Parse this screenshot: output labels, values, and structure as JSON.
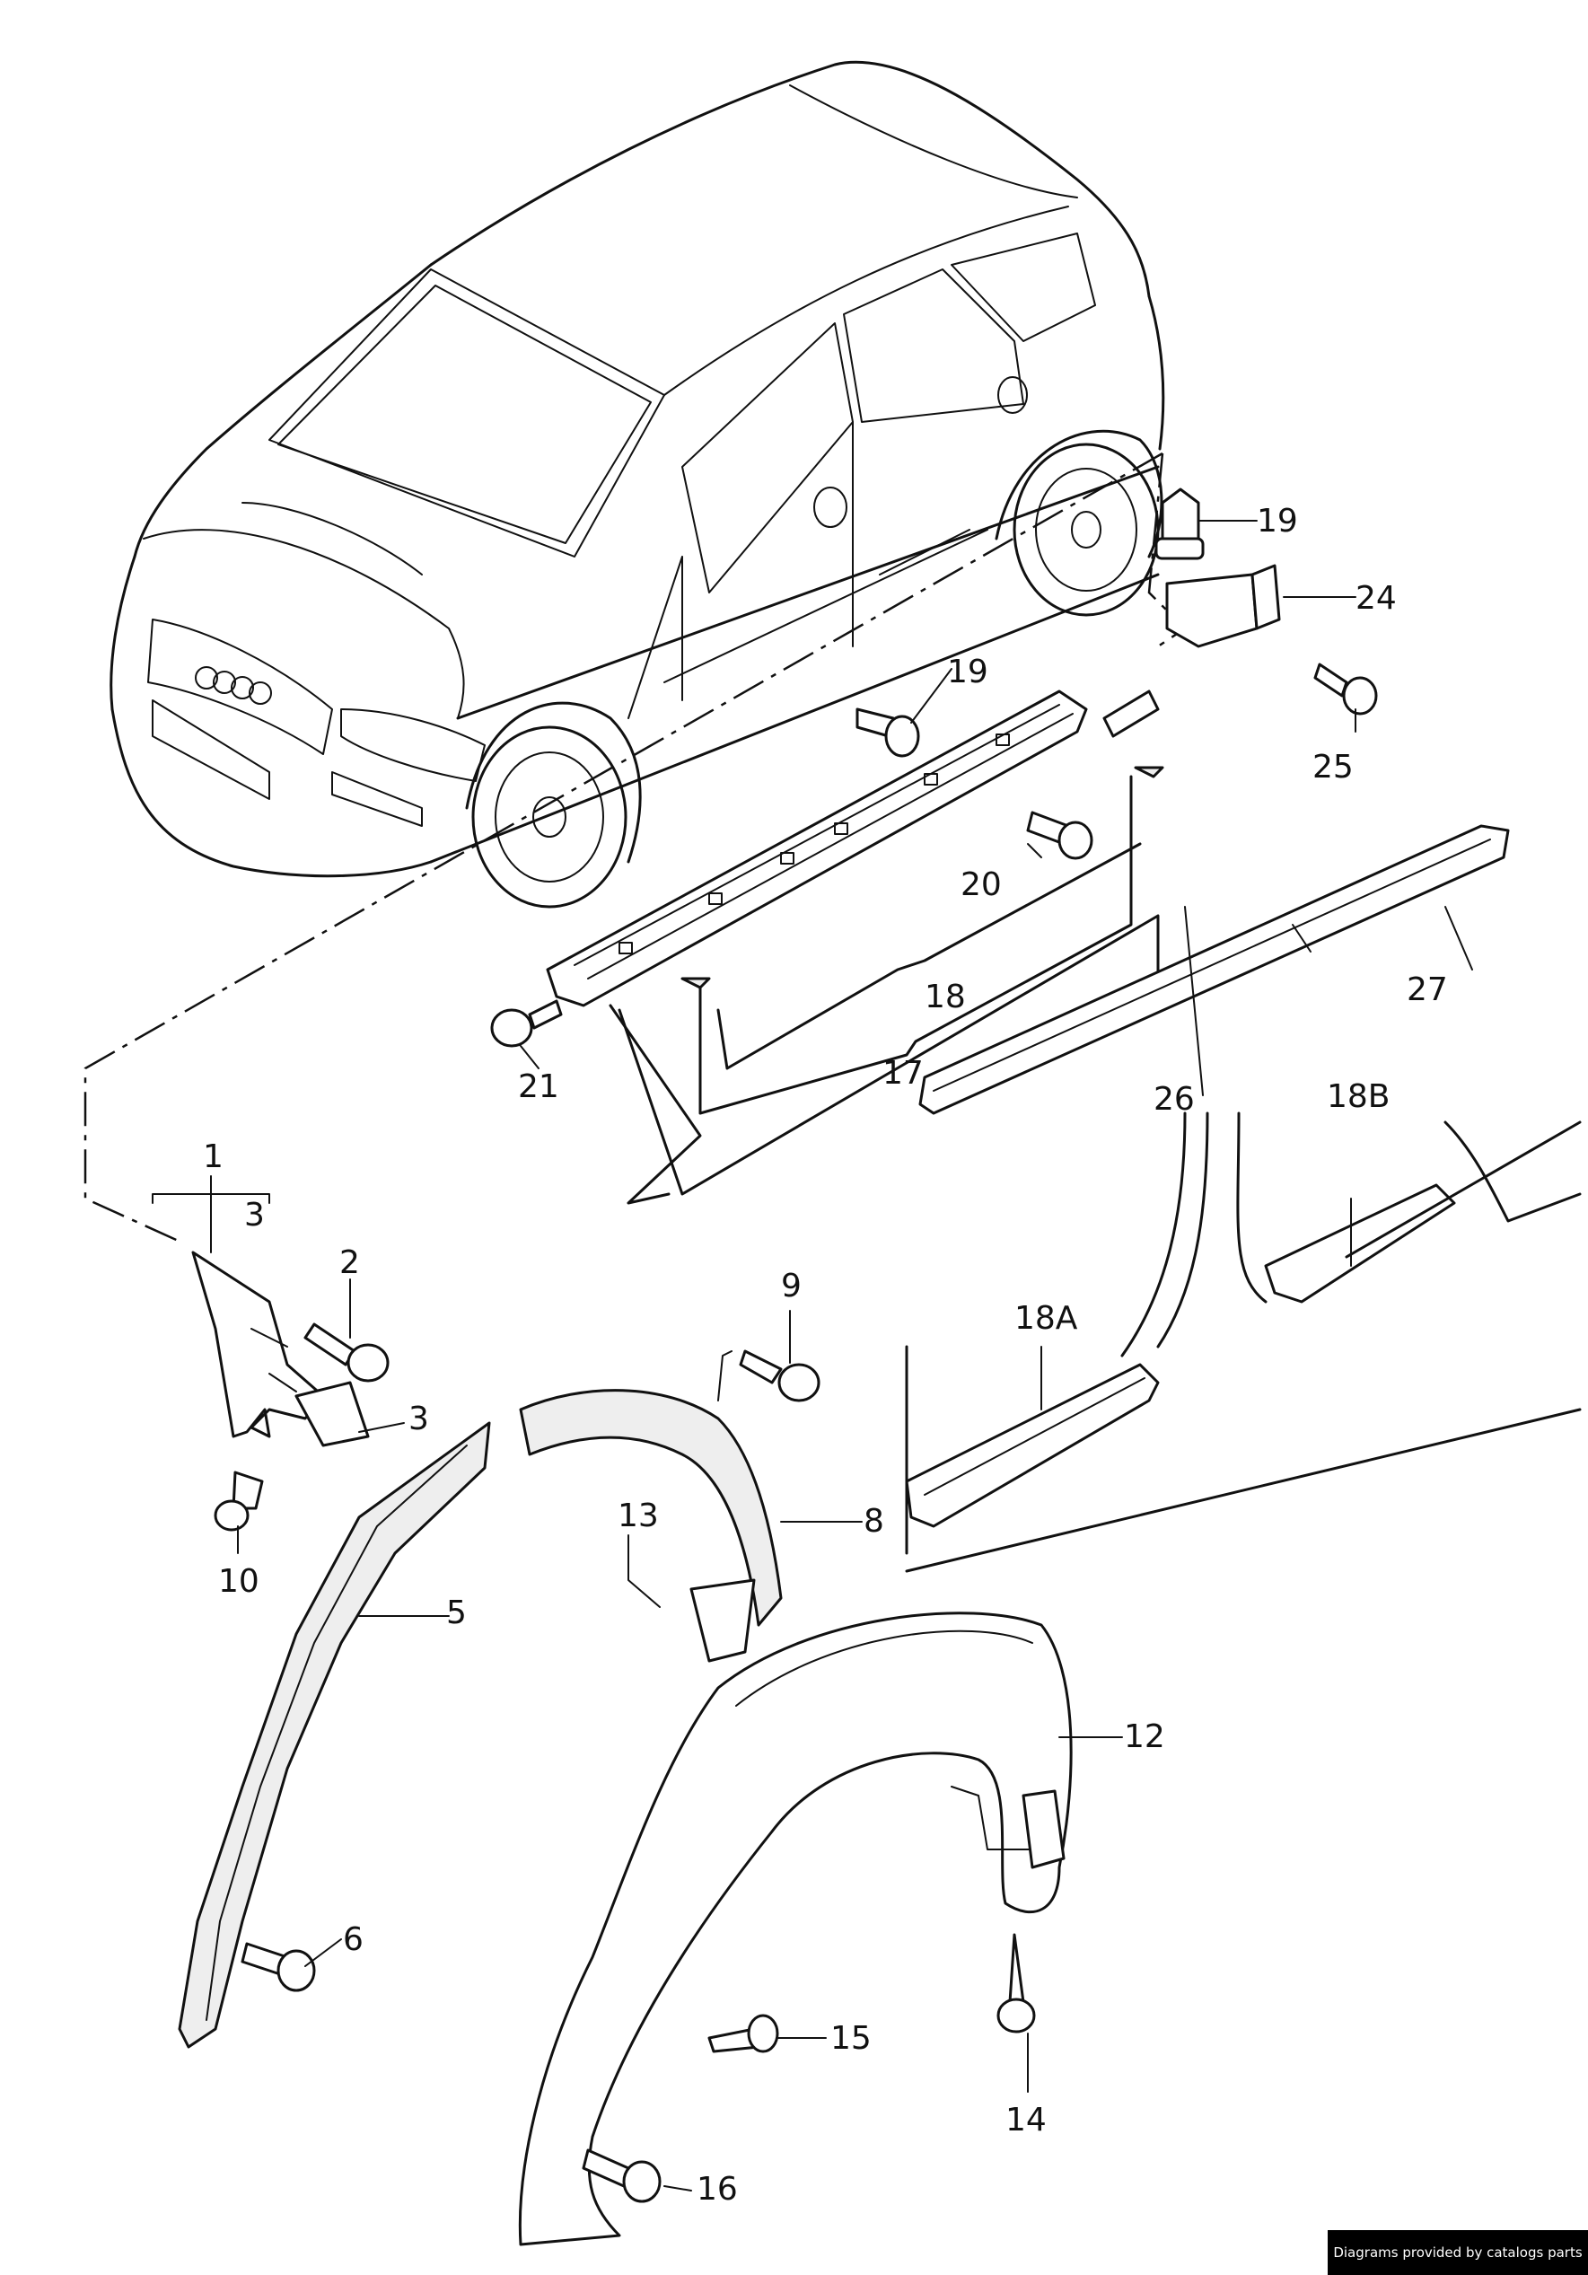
{
  "labels": {
    "p1": "1",
    "p2": "2",
    "p3a": "3",
    "p3b": "3",
    "p5": "5",
    "p6": "6",
    "p8": "8",
    "p9": "9",
    "p10": "10",
    "p12": "12",
    "p13": "13",
    "p14": "14",
    "p15": "15",
    "p16": "16",
    "p17": "17",
    "p18": "18",
    "p18a": "18A",
    "p18b": "18B",
    "p19a": "19",
    "p19b": "19",
    "p20": "20",
    "p21": "21",
    "p24": "24",
    "p25": "25",
    "p26": "26",
    "p27": "27"
  },
  "footer": {
    "credit": "Diagrams provided by catalogs parts"
  }
}
